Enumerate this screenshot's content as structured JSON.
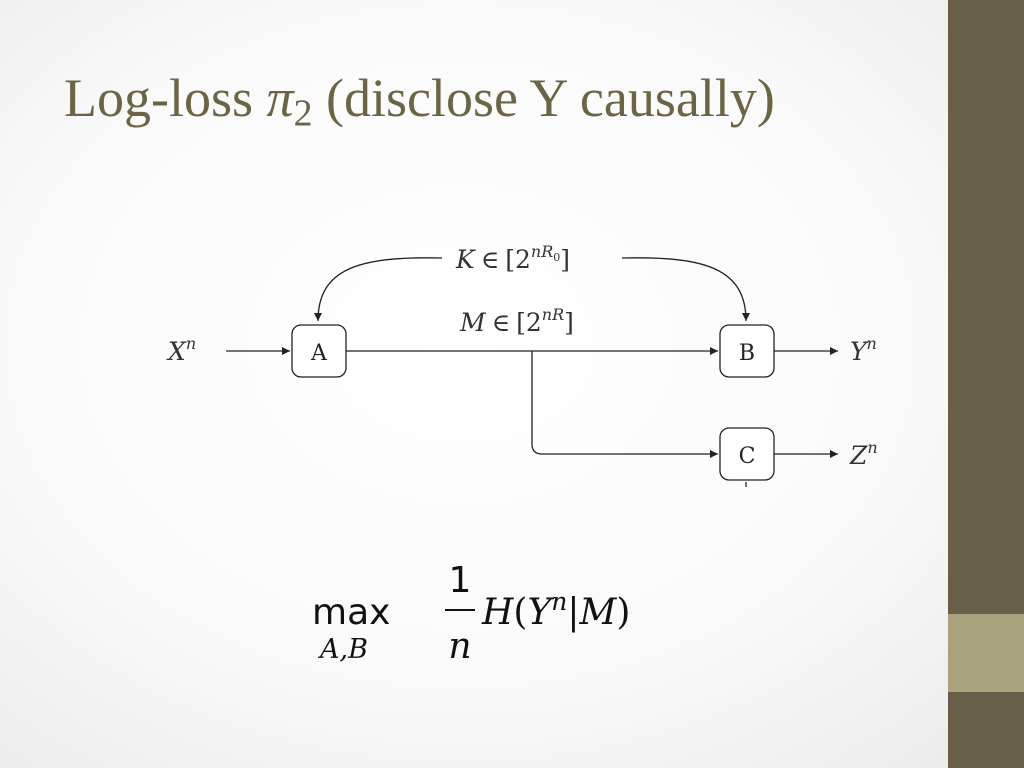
{
  "slide": {
    "title_text": "Log-loss",
    "title_symbol": "π",
    "title_subscript": "2",
    "title_paren": "(disclose Y causally)"
  },
  "diagram": {
    "nodes": {
      "a": "A",
      "b": "B",
      "c": "C"
    },
    "input": {
      "base": "X",
      "sup": "n"
    },
    "output_b": {
      "base": "Y",
      "sup": "n"
    },
    "output_c": {
      "base": "Z",
      "sup": "n"
    },
    "key": {
      "var": "K",
      "rel": "∈",
      "open": "[",
      "two": "2",
      "sup_n": "n",
      "sup_r": "R",
      "sup_sub": "0",
      "close": "]"
    },
    "message": {
      "var": "M",
      "rel": "∈",
      "open": "[",
      "two": "2",
      "sup": "nR",
      "close": "]"
    }
  },
  "formula": {
    "op": "max",
    "under": "A,B",
    "numerator": "1",
    "denominator": "n",
    "func": "H",
    "lparen": "(",
    "arg": "Y",
    "arg_sup": "n",
    "bar": "|",
    "cond": "M",
    "rparen": ")"
  }
}
